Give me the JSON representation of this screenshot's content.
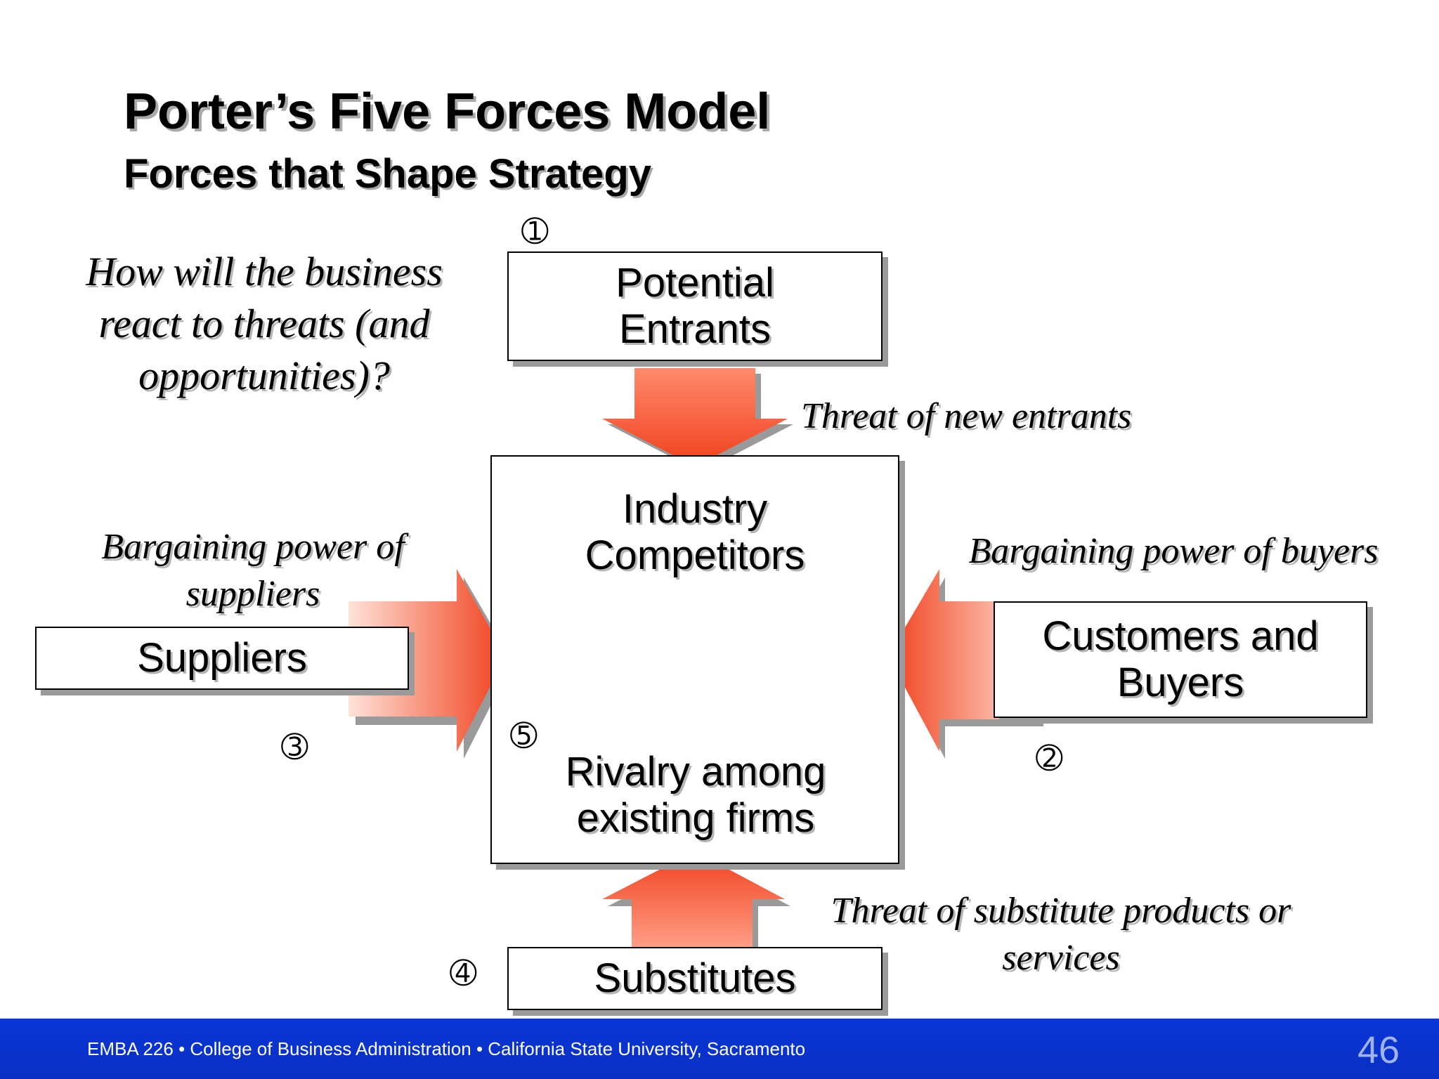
{
  "slide": {
    "title": "Porter’s Five Forces Model",
    "subtitle": "Forces that Shape Strategy",
    "question": "How will the business react to threats (and opportunities)?",
    "page_number": "46"
  },
  "boxes": {
    "potential_entrants": "Potential Entrants",
    "industry_competitors": "Industry Competitors",
    "rivalry": "Rivalry among existing firms",
    "suppliers": "Suppliers",
    "customers": "Customers and Buyers",
    "substitutes": "Substitutes"
  },
  "forces": {
    "new_entrants": "Threat of new entrants",
    "supplier_power": "Bargaining power of suppliers",
    "buyer_power": "Bargaining power of buyers",
    "substitutes": "Threat of substitute products or services"
  },
  "numbers": {
    "one": "➀",
    "two": "➁",
    "three": "➂",
    "four": "➃",
    "five": "➄"
  },
  "footer": {
    "text": "EMBA 226 • College of Business Administration  • California State University, Sacramento"
  },
  "colors": {
    "arrow_dark": "#f0401c",
    "arrow_light": "#ffd9cc",
    "cycle_yellow": "#ffff00",
    "cycle_magenta": "#ff00ff",
    "cycle_green": "#007800",
    "footer_blue": "#0a36d8"
  }
}
